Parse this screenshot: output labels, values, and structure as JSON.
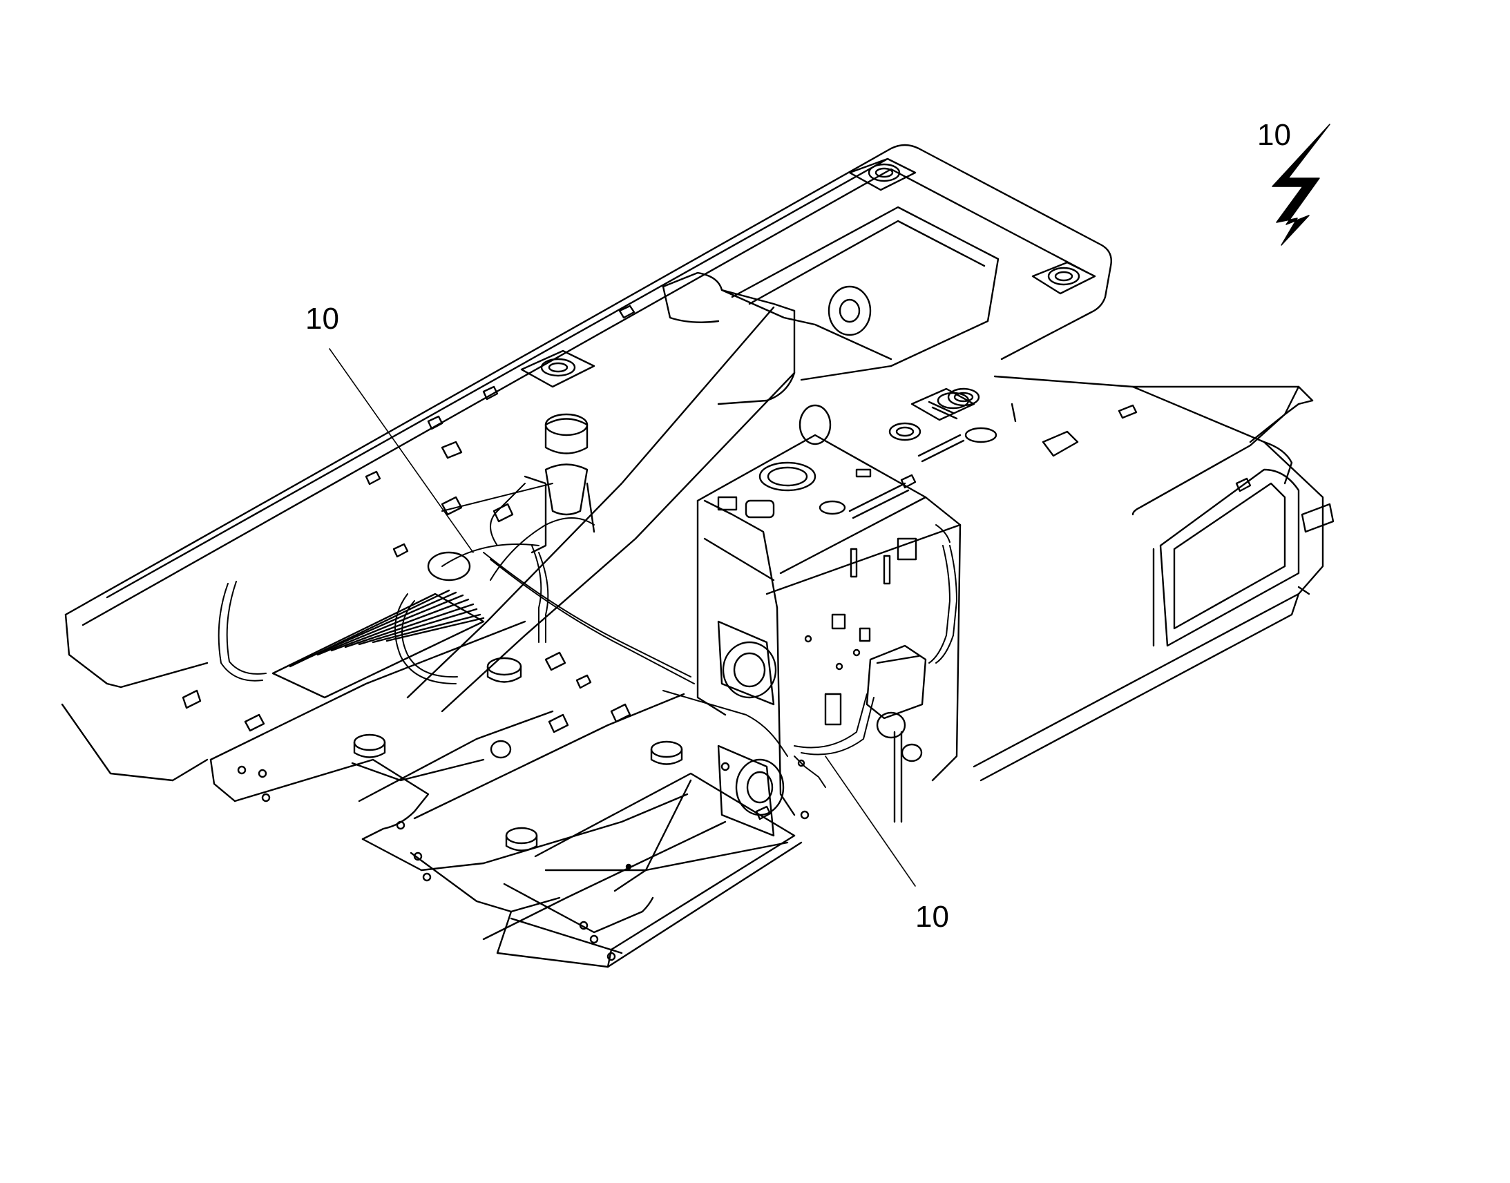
{
  "figure": {
    "callouts": [
      {
        "label": "10"
      },
      {
        "label": "10"
      }
    ],
    "symbol": {
      "label": "10",
      "icon": "electrical-lightning-icon"
    },
    "line_color": "#000000",
    "background": "#ffffff"
  }
}
